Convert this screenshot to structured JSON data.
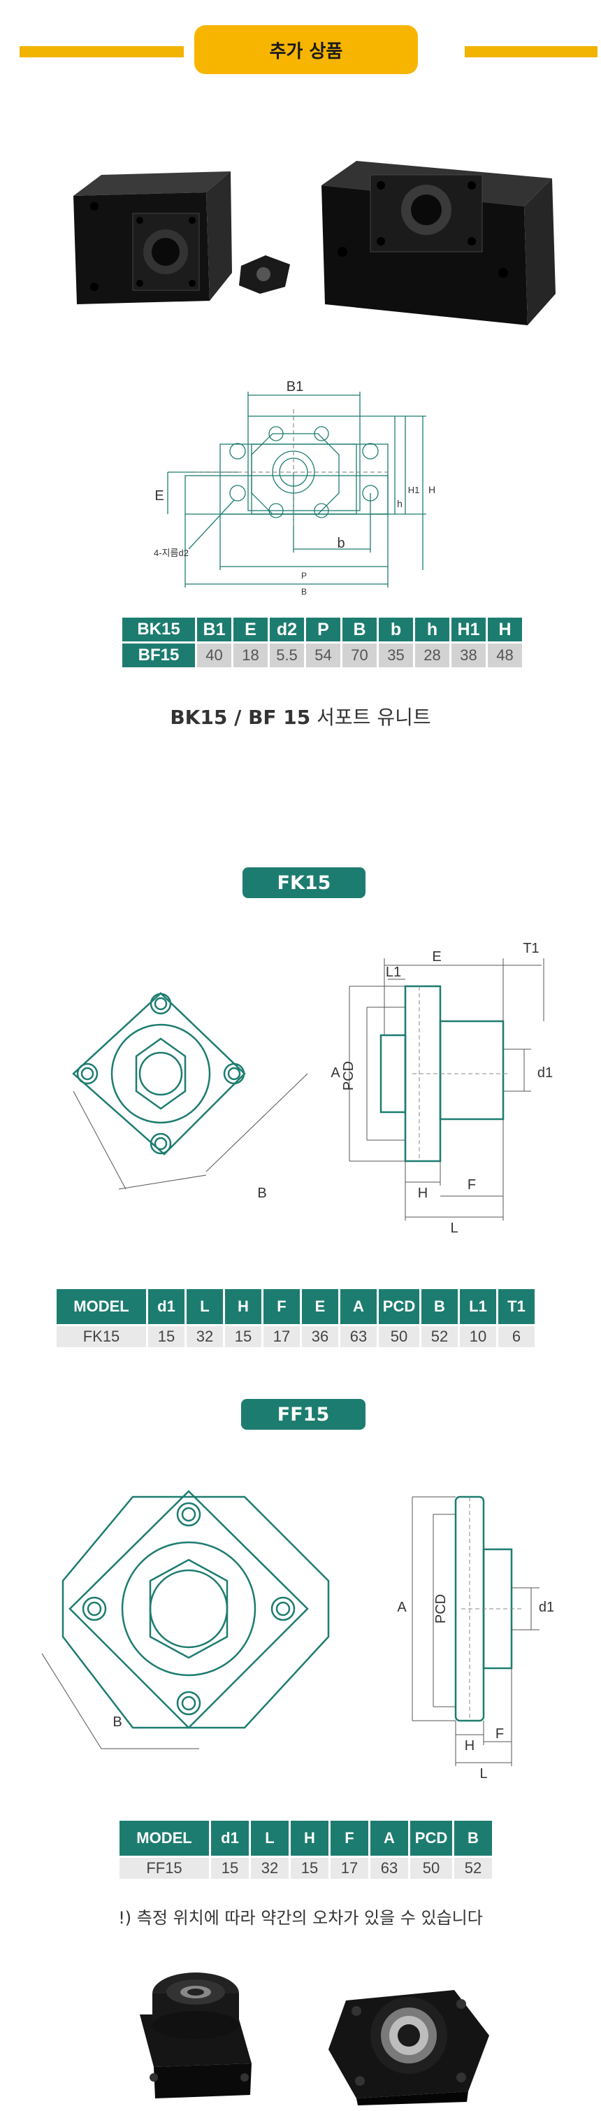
{
  "header": {
    "title": "추가 상품"
  },
  "bk": {
    "diagram_labels": {
      "b1": "B1",
      "e": "E",
      "h1": "H1",
      "h_upper": "H",
      "h_lower": "h",
      "d2": "4-지름d2",
      "b": "b",
      "p": "P",
      "b_total": "B"
    },
    "table": {
      "row1_label": "BK15",
      "row2_label": "BF15",
      "headers": [
        "B1",
        "E",
        "d2",
        "P",
        "B",
        "b",
        "h",
        "H1",
        "H"
      ],
      "values": [
        "40",
        "18",
        "5.5",
        "54",
        "70",
        "35",
        "28",
        "38",
        "48"
      ]
    },
    "caption_bold": "BK15 / BF 15",
    "caption_rest": " 서포트 유니트"
  },
  "fk": {
    "title": "FK15",
    "diagram_labels": {
      "e": "E",
      "t1": "T1",
      "l1": "L1",
      "a": "A",
      "pcd": "PCD",
      "d1": "d1",
      "b": "B",
      "h": "H",
      "f": "F",
      "l": "L"
    },
    "table": {
      "headers": [
        "MODEL",
        "d1",
        "L",
        "H",
        "F",
        "E",
        "A",
        "PCD",
        "B",
        "L1",
        "T1"
      ],
      "values": [
        "FK15",
        "15",
        "32",
        "15",
        "17",
        "36",
        "63",
        "50",
        "52",
        "10",
        "6"
      ]
    }
  },
  "ff": {
    "title": "FF15",
    "diagram_labels": {
      "a": "A",
      "pcd": "PCD",
      "d1": "d1",
      "b": "B",
      "h": "H",
      "f": "F",
      "l": "L"
    },
    "table": {
      "headers": [
        "MODEL",
        "d1",
        "L",
        "H",
        "F",
        "A",
        "PCD",
        "B"
      ],
      "values": [
        "FF15",
        "15",
        "32",
        "15",
        "17",
        "63",
        "50",
        "52"
      ]
    }
  },
  "note": "!) 측정 위치에 따라 약간의 오차가 있을 수 있습니다",
  "colors": {
    "accent_yellow": "#f7b500",
    "teal": "#1d7c70",
    "cell_gray": "#d2d2d2"
  }
}
